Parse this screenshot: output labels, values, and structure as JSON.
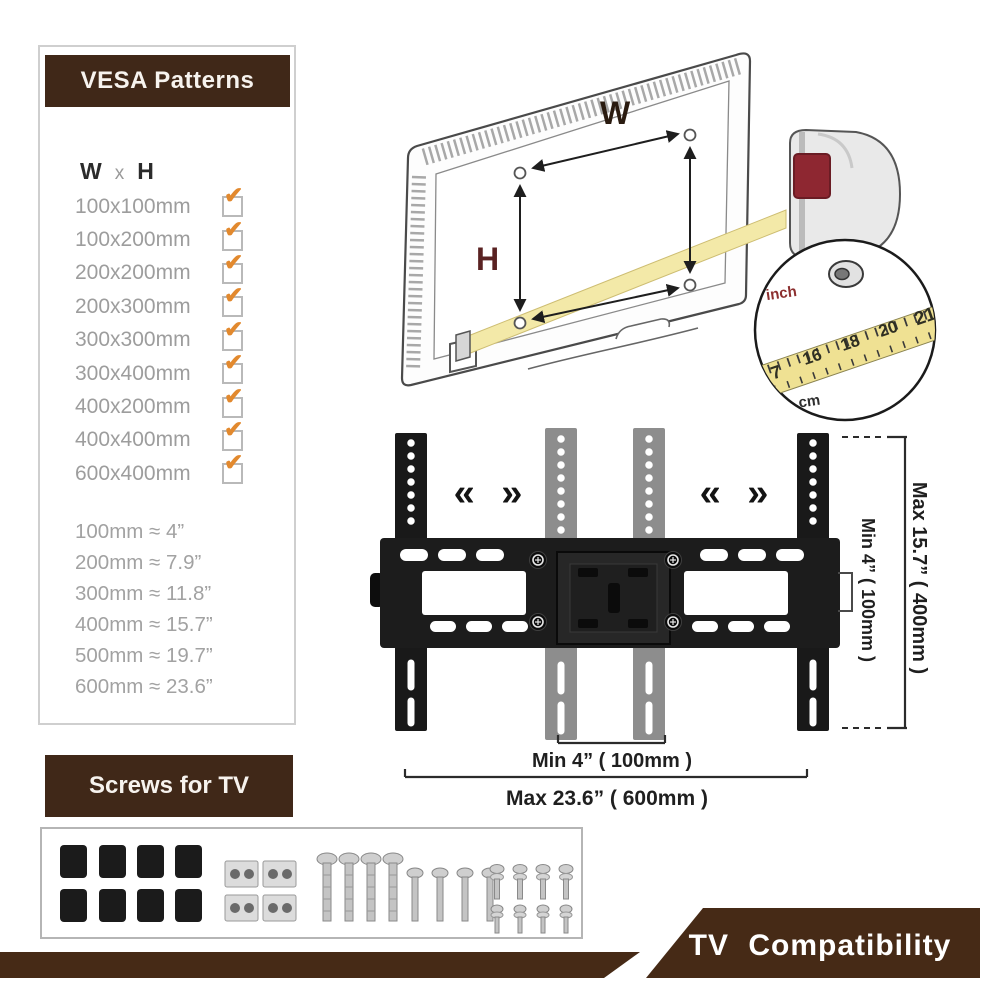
{
  "colors": {
    "brand_brown": "#402818",
    "check_orange": "#e2892e",
    "tape_yellow": "#f0e49c",
    "tape_case_red": "#8e2731",
    "gray_list_text": "#9d9d9d"
  },
  "icons": {
    "checkmark": "✔"
  },
  "vesa_panel": {
    "title": "VESA Patterns",
    "col_w": "W",
    "col_sep": "x",
    "col_h": "H",
    "patterns": [
      "100x100mm",
      "100x200mm",
      "200x200mm",
      "200x300mm",
      "300x300mm",
      "300x400mm",
      "400x200mm",
      "400x400mm",
      "600x400mm"
    ],
    "conversions": [
      "100mm ≈ 4”",
      "200mm ≈ 7.9”",
      "300mm ≈ 11.8”",
      "400mm ≈ 15.7”",
      "500mm ≈ 19.7”",
      "600mm ≈ 23.6”"
    ]
  },
  "tv_diagram": {
    "width_label": "W",
    "height_label": "H",
    "magnifier": {
      "inch_label": "inch",
      "cm_label": "cm",
      "tape_numbers": [
        "7",
        "16",
        "18",
        "20",
        "21"
      ]
    }
  },
  "bracket_diagram": {
    "slide_arrows": "« »",
    "dim_vertical_max": "Max 15.7” ( 400mm )",
    "dim_vertical_min": "Min 4” ( 100mm )",
    "dim_horizontal_min": "Min 4” ( 100mm )",
    "dim_horizontal_max": "Max 23.6” ( 600mm )"
  },
  "screws_panel": {
    "title": "Screws for TV"
  },
  "footer_band": {
    "title": "TV Compatibility"
  }
}
